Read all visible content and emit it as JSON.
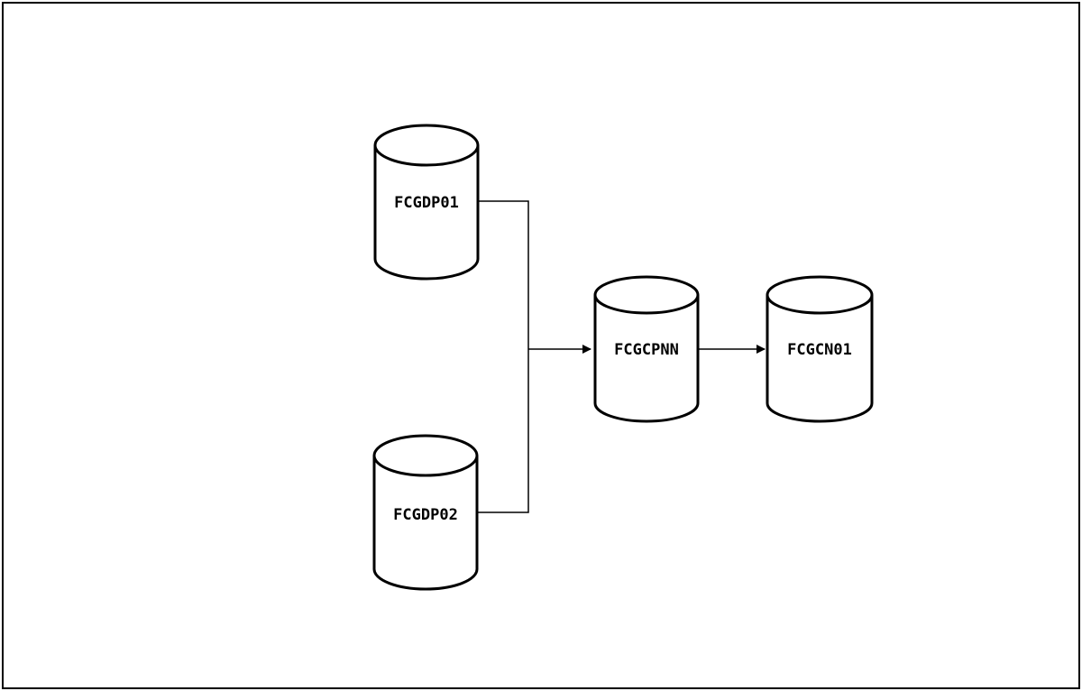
{
  "diagram": {
    "nodes": [
      {
        "id": "a",
        "label": "FCGDP01"
      },
      {
        "id": "b",
        "label": "FCGDP02"
      },
      {
        "id": "c",
        "label": "FCGCPNN"
      },
      {
        "id": "d",
        "label": "FCGCN01"
      }
    ],
    "edges": [
      {
        "from": "FCGDP01",
        "to": "FCGCPNN"
      },
      {
        "from": "FCGDP02",
        "to": "FCGCPNN"
      },
      {
        "from": "FCGCPNN",
        "to": "FCGCN01"
      }
    ],
    "colors": {
      "stroke": "#000000",
      "background": "#ffffff"
    }
  }
}
